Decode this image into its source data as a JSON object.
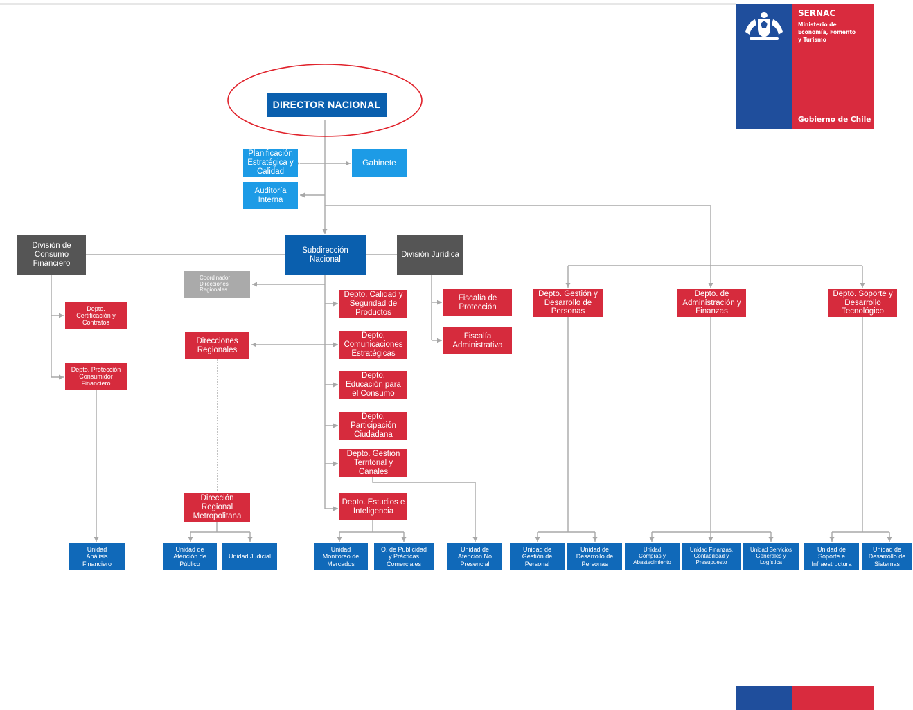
{
  "logo": {
    "title": "SERNAC",
    "subtitle": "Ministerio de\nEconomía, Fomento\ny Turismo",
    "footer": "Gobierno de Chile",
    "colors": {
      "blue": "#1f4e9c",
      "red": "#d92b3e"
    },
    "icon": "coat-of-arms-icon"
  },
  "colors": {
    "navy": "#0a5fae",
    "sky": "#1d9be6",
    "gray": "#555555",
    "light_gray": "#aaaaaa",
    "red": "#d62b3d",
    "blue": "#1069b9",
    "highlight": "#e0222b",
    "connector": "#a8a8a8"
  },
  "boxes": {
    "director": "DIRECTOR NACIONAL",
    "planificacion": "Planificación\nEstratégica y\nCalidad",
    "gabinete": "Gabinete",
    "auditoria": "Auditoría\nInterna",
    "subdireccion": "Subdirección\nNacional",
    "division_consumo": "División de\nConsumo\nFinanciero",
    "division_juridica": "División Jurídica",
    "coordinador": "Coordinador\nDirecciones\nRegionales",
    "depto_certificacion": "Depto.\nCertificación y\nContratos",
    "depto_proteccion": "Depto. Protección\nConsumidor\nFinanciero",
    "direcciones_regionales": "Direcciones\nRegionales",
    "direccion_metropolitana": "Dirección\nRegional\nMetropolitana",
    "depto_calidad": "Depto. Calidad y\nSeguridad de\nProductos",
    "depto_comunicaciones": "Depto.\nComunicaciones\nEstratégicas",
    "depto_educacion": "Depto.\nEducación para\nel Consumo",
    "depto_participacion": "Depto.\nParticipación\nCiudadana",
    "depto_gestion_territorial": "Depto. Gestión\nTerritorial y\nCanales",
    "depto_estudios": "Depto. Estudios e\nInteligencia",
    "fiscalia_proteccion": "Fiscalía de\nProtección",
    "fiscalia_administrativa": "Fiscalía\nAdministrativa",
    "depto_gestion_personas": "Depto. Gestión y\nDesarrollo de\nPersonas",
    "depto_administracion": "Depto. de\nAdministración y\nFinanzas",
    "depto_soporte": "Depto. Soporte y\nDesarrollo\nTecnológico",
    "unidad_analisis": "Unidad\nAnálisis\nFinanciero",
    "unidad_atencion_publico": "Unidad de\nAtención de\nPúblico",
    "unidad_judicial": "Unidad Judicial",
    "unidad_monitoreo": "Unidad\nMonitoreo de\nMercados",
    "o_publicidad": "O. de Publicidad\ny Prácticas\nComerciales",
    "unidad_atencion_no_presencial": "Unidad de\nAtención No\nPresencial",
    "unidad_gestion_personal": "Unidad de\nGestión de\nPersonal",
    "unidad_desarrollo_personas": "Unidad de\nDesarrollo de\nPersonas",
    "unidad_compras": "Unidad\nCompras y\nAbastecimiento",
    "unidad_finanzas": "Unidad Finanzas,\nContabilidad y\nPresupuesto",
    "unidad_servicios": "Unidad Servicios\nGenerales y\nLogística",
    "unidad_soporte": "Unidad de\nSoporte e\nInfraestructura",
    "unidad_desarrollo_sistemas": "Unidad de\nDesarrollo de\nSistemas"
  }
}
